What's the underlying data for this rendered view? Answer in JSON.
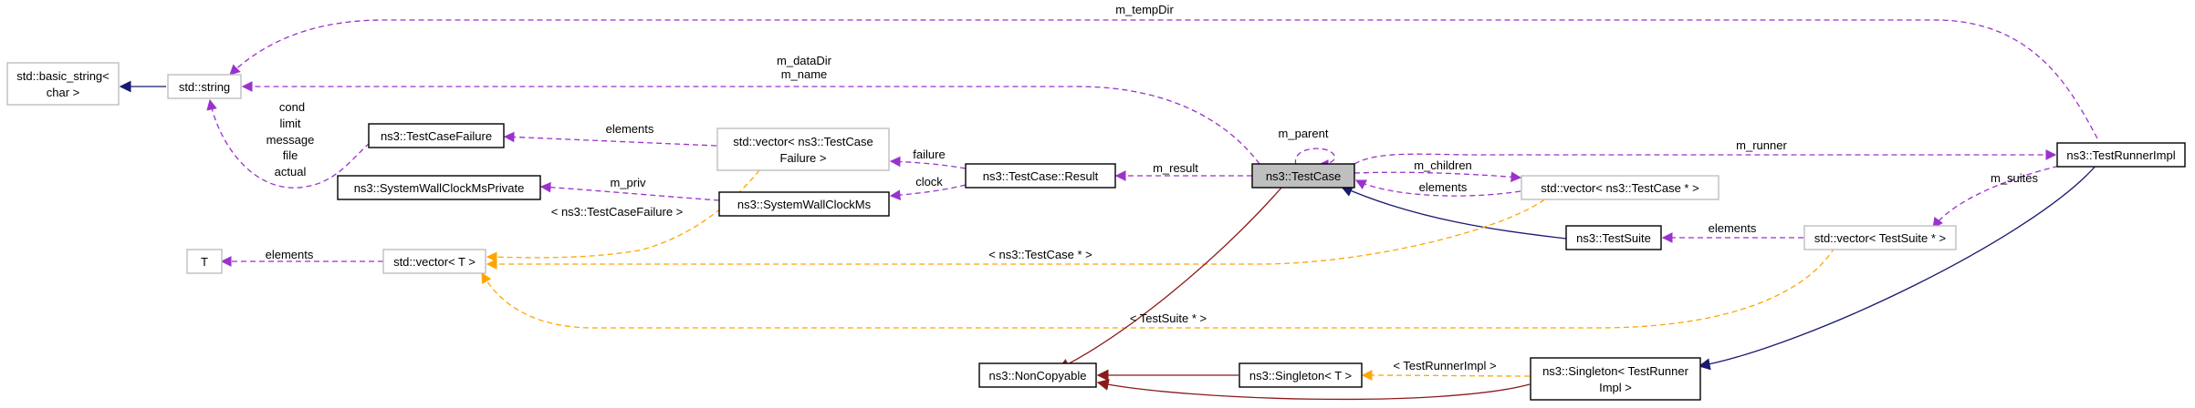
{
  "nodes": {
    "basic_string": [
      "std::basic_string<",
      "char >"
    ],
    "string": [
      "std::string"
    ],
    "testcasefailure": [
      "ns3::TestCaseFailure"
    ],
    "syswallpriv": [
      "ns3::SystemWallClockMsPrivate"
    ],
    "vec_tcfailure": [
      "std::vector< ns3::TestCase",
      "Failure >"
    ],
    "syswall": [
      "ns3::SystemWallClockMs"
    ],
    "result": [
      "ns3::TestCase::Result"
    ],
    "testcase": [
      "ns3::TestCase"
    ],
    "vec_tcptr": [
      "std::vector< ns3::TestCase * >"
    ],
    "testrunnerimpl": [
      "ns3::TestRunnerImpl"
    ],
    "T": [
      "T"
    ],
    "vec_T": [
      "std::vector< T >"
    ],
    "testsuite": [
      "ns3::TestSuite"
    ],
    "vec_tsptr": [
      "std::vector< TestSuite * >"
    ],
    "noncopyable": [
      "ns3::NonCopyable"
    ],
    "singleton_T": [
      "ns3::Singleton< T >"
    ],
    "singleton_tri": [
      "ns3::Singleton< TestRunner",
      "Impl >"
    ]
  },
  "edge_labels": {
    "m_tempDir": "m_tempDir",
    "m_dataDir": "m_dataDir",
    "m_name": "m_name",
    "m_parent": "m_parent",
    "m_runner": "m_runner",
    "m_suites": "m_suites",
    "cond": "cond",
    "limit": "limit",
    "message": "message",
    "file": "file",
    "actual": "actual",
    "elements_tcf": "elements",
    "failure": "failure",
    "m_result": "m_result",
    "m_children": "m_children",
    "elements_tc": "elements",
    "m_priv": "m_priv",
    "clock": "clock",
    "tcf_template": "< ns3::TestCaseFailure >",
    "elements_T": "elements",
    "tc_template": "< ns3::TestCase * >",
    "elements_ts": "elements",
    "ts_template": "< TestSuite * >",
    "tri_template": "< TestRunnerImpl >"
  },
  "colors": {
    "usage": "#9a32cd",
    "template": "#ffa500",
    "inherit_public": "#191970",
    "inherit_private": "#8b1a1a",
    "focus_fill": "#bfbfbf",
    "gray_border": "#bfbfbf"
  }
}
